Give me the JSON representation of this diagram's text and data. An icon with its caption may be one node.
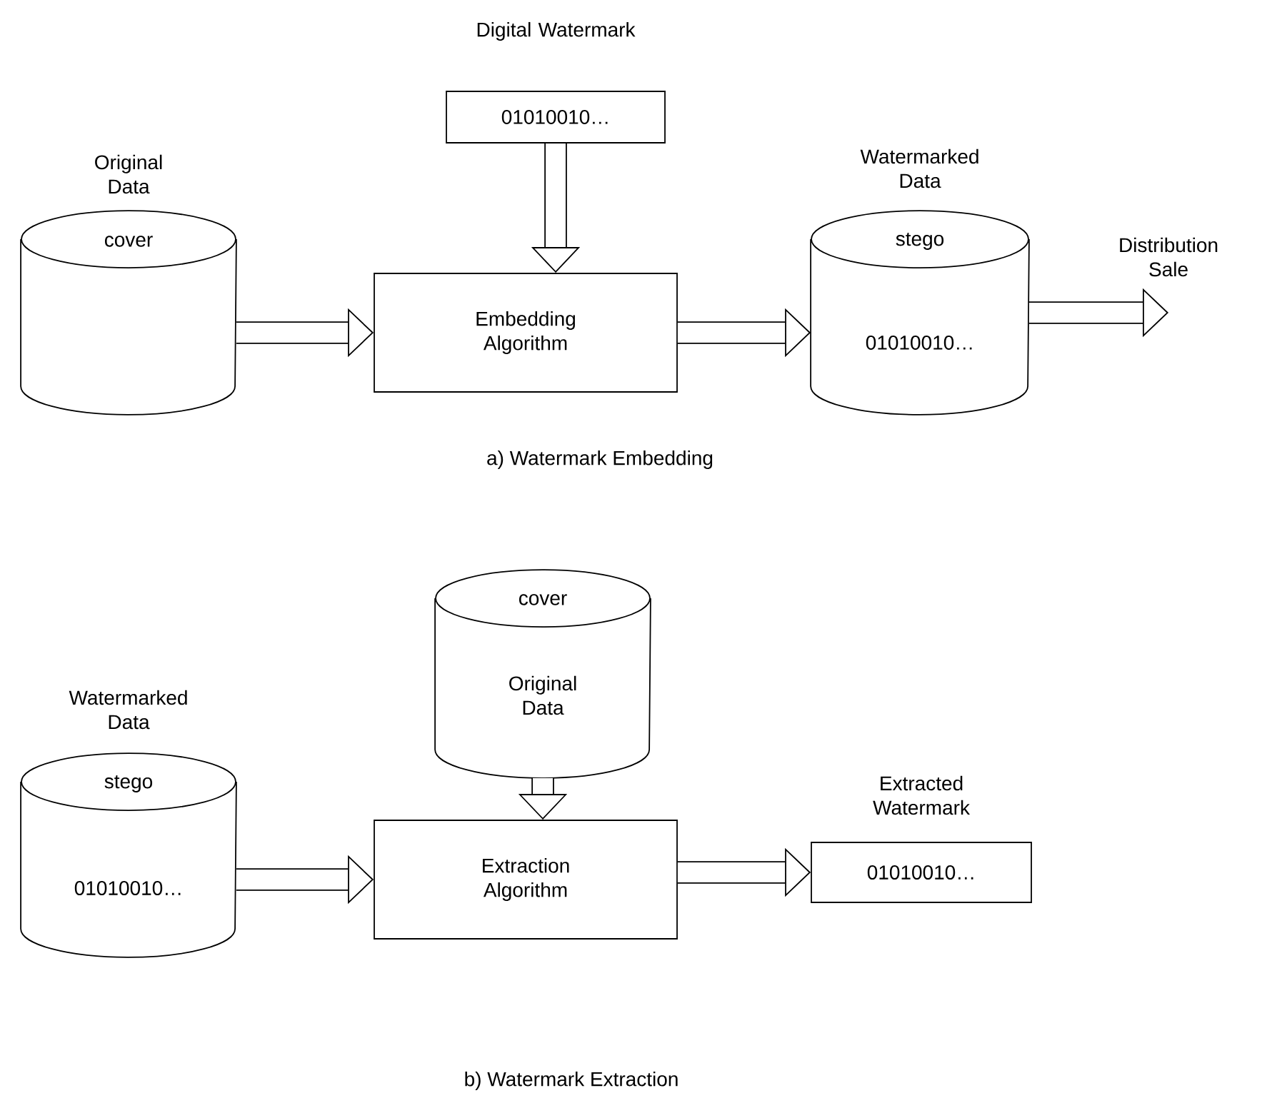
{
  "diagram": {
    "nodes": [
      {
        "text": [
          "Original Data",
          "cover"
        ]
      },
      {
        "text": [
          "Digital Watermark",
          "01010010…"
        ]
      },
      {
        "text": [
          "Embedding Algorithm"
        ]
      },
      {
        "text": [
          "Watermarked Data",
          "stego",
          "01010010…"
        ]
      },
      {
        "text": [
          "Distribution Sale"
        ]
      },
      {
        "text": [
          "cover",
          "Original Data"
        ]
      },
      {
        "text": [
          "Watermarked Data",
          "stego",
          "01010010…"
        ]
      },
      {
        "text": [
          "Extraction Algorithm"
        ]
      },
      {
        "text": [
          "Extracted Watermark",
          "01010010…"
        ]
      }
    ],
    "edges": [
      {
        "from": 0,
        "to": 2,
        "arrow": "to"
      },
      {
        "from": 1,
        "to": 2,
        "arrow": "to"
      },
      {
        "from": 2,
        "to": 3,
        "arrow": "to"
      },
      {
        "from": 3,
        "to": 4,
        "arrow": "to"
      },
      {
        "from": 5,
        "to": 7,
        "arrow": "to"
      },
      {
        "from": 6,
        "to": 7,
        "arrow": "to"
      },
      {
        "from": 7,
        "to": 8,
        "arrow": "to"
      }
    ],
    "labels": [
      "a) Watermark Embedding",
      "b) Watermark Extraction"
    ]
  }
}
